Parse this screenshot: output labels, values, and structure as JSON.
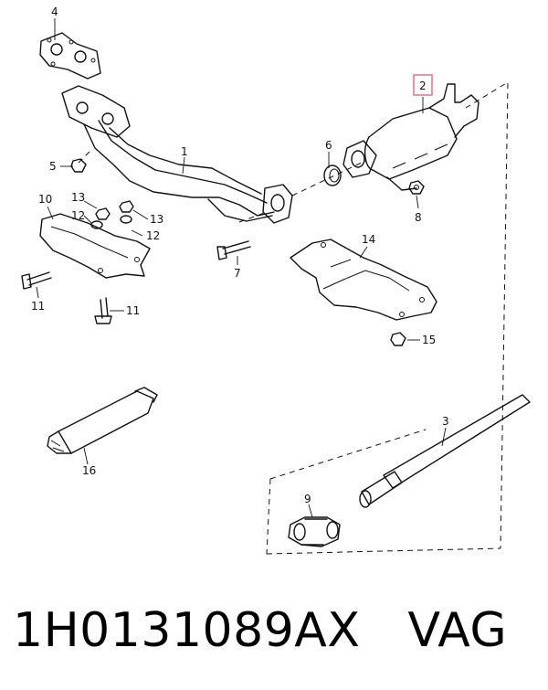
{
  "diagram": {
    "callouts": {
      "c1": "1",
      "c2": "2",
      "c3": "3",
      "c4": "4",
      "c5": "5",
      "c6": "6",
      "c7": "7",
      "c8": "8",
      "c9": "9",
      "c10": "10",
      "c11a": "11",
      "c11b": "11",
      "c12a": "12",
      "c12b": "12",
      "c13a": "13",
      "c13b": "13",
      "c14": "14",
      "c15": "15",
      "c16": "16"
    },
    "highlight_color": "#e4667a"
  },
  "footer": {
    "part_number": "1H0131089AX",
    "brand": "VAG"
  }
}
